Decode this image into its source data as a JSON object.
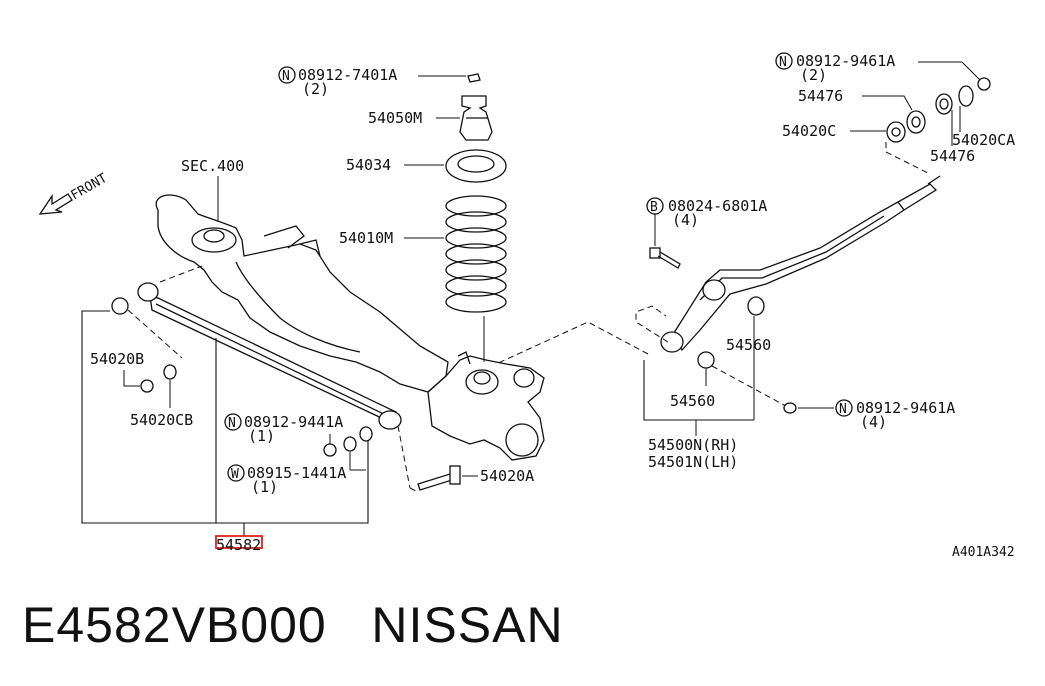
{
  "callouts": {
    "n_08912_7401A": "08912-7401A",
    "n_08912_7401A_qty": "(2)",
    "p_54050M": "54050M",
    "p_54034": "54034",
    "p_54010M": "54010M",
    "sec_400": "SEC.400",
    "front": "FRONT",
    "n_08912_9461A_top": "08912-9461A",
    "n_08912_9461A_top_qty": "(2)",
    "p_54476_a": "54476",
    "p_54020C": "54020C",
    "p_54020CA": "54020CA",
    "p_54476_b": "54476",
    "b_08024_6801A": "08024-6801A",
    "b_08024_6801A_qty": "(4)",
    "p_54560_a": "54560",
    "p_54560_b": "54560",
    "p_54500N": "54500N(RH)",
    "p_54501N": "54501N(LH)",
    "n_08912_9461A_bot": "08912-9461A",
    "n_08912_9461A_bot_qty": "(4)",
    "p_54020B": "54020B",
    "p_54020CB": "54020CB",
    "n_08912_9441A": "08912-9441A",
    "n_08912_9441A_qty": "(1)",
    "w_08915_1441A": "08915-1441A",
    "w_08915_1441A_qty": "(1)",
    "p_54020A": "54020A",
    "p_54582": "54582",
    "ref_code": "A401A342",
    "nut_mark": "N",
    "bolt_mark": "B",
    "washer_mark": "W"
  },
  "footer": {
    "part_number": "E4582VB000",
    "brand": "NISSAN"
  },
  "colors": {
    "line": "#111111",
    "highlight": "#e02020"
  }
}
